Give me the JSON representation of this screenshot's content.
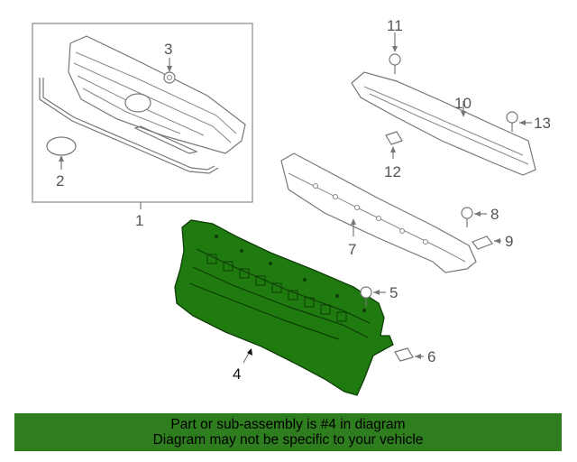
{
  "callouts": {
    "c1": "1",
    "c2": "2",
    "c3": "3",
    "c4": "4",
    "c5": "5",
    "c6": "6",
    "c7": "7",
    "c8": "8",
    "c9": "9",
    "c10": "10",
    "c11": "11",
    "c12": "12",
    "c13": "13"
  },
  "banner": {
    "line1": "Part or sub-assembly is #4 in diagram",
    "line2": "Diagram may not be specific to your vehicle"
  },
  "colors": {
    "highlight_part": "#1f7a0f",
    "banner_bg": "#2e7d1e",
    "line_art": "#777777"
  }
}
